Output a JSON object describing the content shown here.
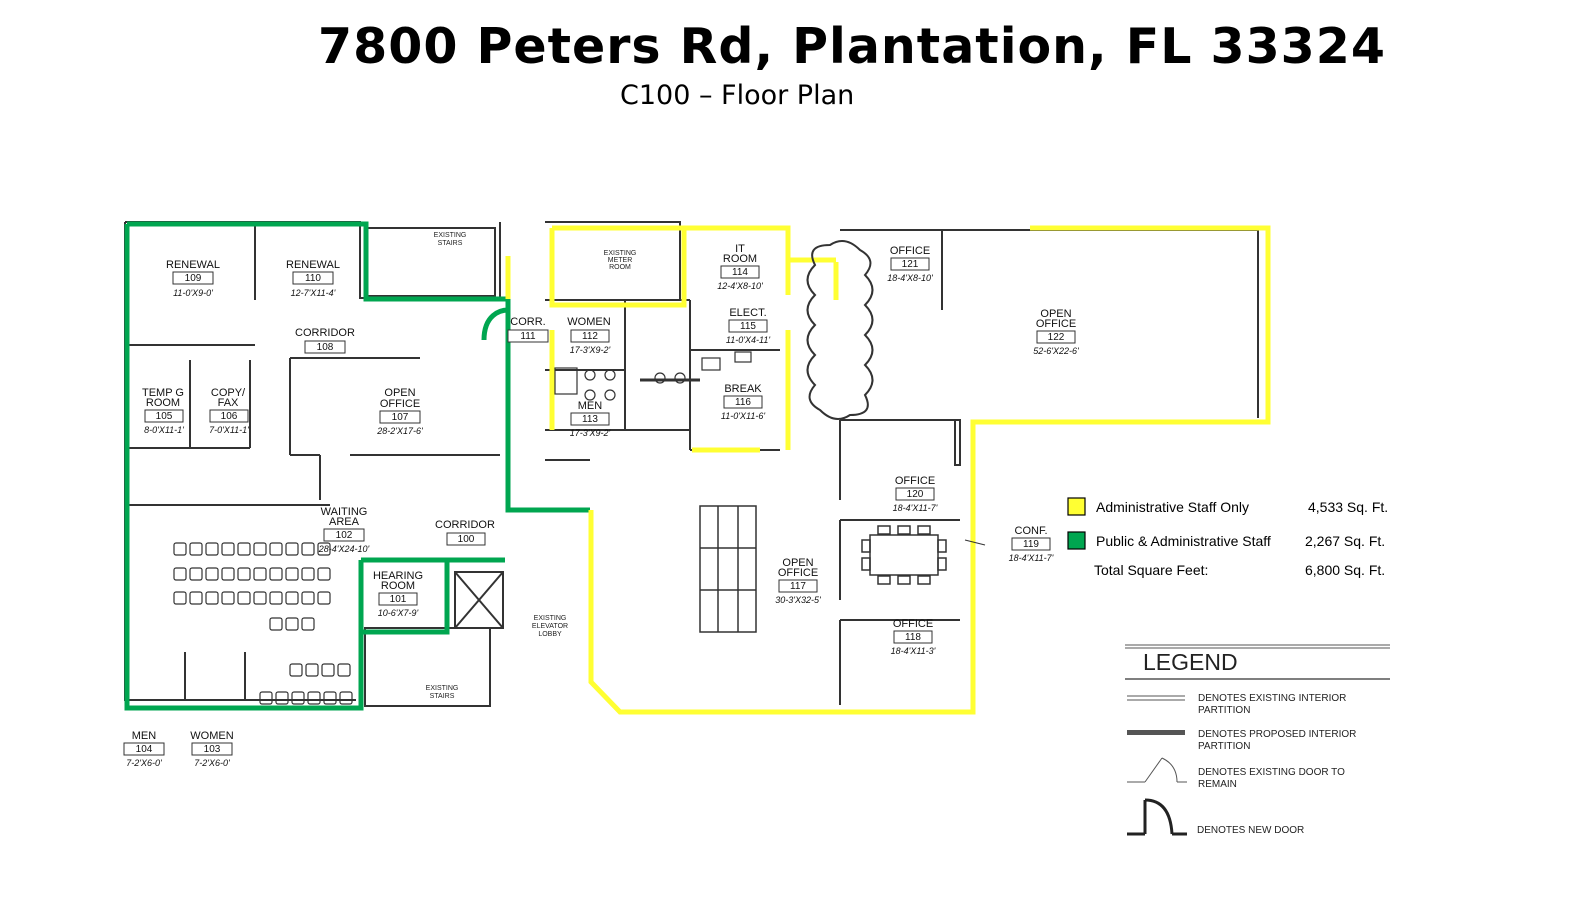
{
  "header": {
    "title": "7800 Peters Rd, Plantation, FL 33324",
    "subtitle": "C100 – Floor Plan"
  },
  "colors": {
    "admin_only": "#ffff33",
    "public_admin": "#00a650",
    "wall": "#333333"
  },
  "rooms": {
    "r109": {
      "name": "RENEWAL",
      "number": "109",
      "dims": "11-0'X9-0'"
    },
    "r110": {
      "name": "RENEWAL",
      "number": "110",
      "dims": "12-7'X11-4'"
    },
    "r108": {
      "name": "CORRIDOR",
      "number": "108"
    },
    "r105": {
      "name1": "TEMP G",
      "name2": "ROOM",
      "number": "105",
      "dims": "8-0'X11-1'"
    },
    "r106": {
      "name1": "COPY/",
      "name2": "FAX",
      "number": "106",
      "dims": "7-0'X11-1'"
    },
    "r107": {
      "name1": "OPEN",
      "name2": "OFFICE",
      "number": "107",
      "dims": "28-2'X17-6'"
    },
    "r102": {
      "name1": "WAITING",
      "name2": "AREA",
      "number": "102",
      "dims": "28-4'X24-10'"
    },
    "r100": {
      "name": "CORRIDOR",
      "number": "100"
    },
    "r101": {
      "name1": "HEARING",
      "name2": "ROOM",
      "number": "101",
      "dims": "10-6'X7-9'"
    },
    "r104": {
      "name": "MEN",
      "number": "104",
      "dims": "7-2'X6-0'"
    },
    "r103": {
      "name": "WOMEN",
      "number": "103",
      "dims": "7-2'X6-0'"
    },
    "r111": {
      "name": "CORR.",
      "number": "111"
    },
    "r112": {
      "name": "WOMEN",
      "number": "112",
      "dims": "17-3'X9-2'"
    },
    "r113": {
      "name": "MEN",
      "number": "113",
      "dims": "17-3'X9-2'"
    },
    "r114": {
      "name1": "IT",
      "name2": "ROOM",
      "number": "114",
      "dims": "12-4'X8-10'"
    },
    "r115": {
      "name": "ELECT.",
      "number": "115",
      "dims": "11-0'X4-11'"
    },
    "r116": {
      "name": "BREAK",
      "number": "116",
      "dims": "11-0'X11-6'"
    },
    "r117": {
      "name1": "OPEN",
      "name2": "OFFICE",
      "number": "117",
      "dims": "30-3'X32-5'"
    },
    "r121": {
      "name": "OFFICE",
      "number": "121",
      "dims": "18-4'X8-10'"
    },
    "r122": {
      "name1": "OPEN",
      "name2": "OFFICE",
      "number": "122",
      "dims": "52-6'X22-6'"
    },
    "r120": {
      "name": "OFFICE",
      "number": "120",
      "dims": "18-4'X11-7'"
    },
    "r119": {
      "name": "CONF.",
      "number": "119",
      "dims": "18-4'X11-7'"
    },
    "r118": {
      "name": "OFFICE",
      "number": "118",
      "dims": "18-4'X11-3'"
    }
  },
  "existing_labels": {
    "stairs_top": [
      "EXISTING",
      "STAIRS"
    ],
    "meter_room": [
      "EXISTING",
      "METER",
      "ROOM"
    ],
    "elevator_lobby": [
      "EXISTING",
      "ELEVATOR",
      "LOBBY"
    ],
    "stairs_bottom": [
      "EXISTING",
      "STAIRS"
    ]
  },
  "key": {
    "admin_label": "Administrative Staff Only",
    "admin_sqft": "4,533 Sq. Ft.",
    "public_label": "Public & Administrative Staff",
    "public_sqft": "2,267 Sq. Ft.",
    "total_label": "Total Square Feet:",
    "total_sqft": "6,800 Sq. Ft."
  },
  "legend": {
    "title": "LEGEND",
    "item1": [
      "DENOTES EXISTING INTERIOR",
      "PARTITION"
    ],
    "item2": [
      "DENOTES PROPOSED INTERIOR",
      "PARTITION"
    ],
    "item3": [
      "DENOTES EXISTING DOOR TO",
      "REMAIN"
    ],
    "item4": [
      "DENOTES NEW DOOR"
    ]
  }
}
